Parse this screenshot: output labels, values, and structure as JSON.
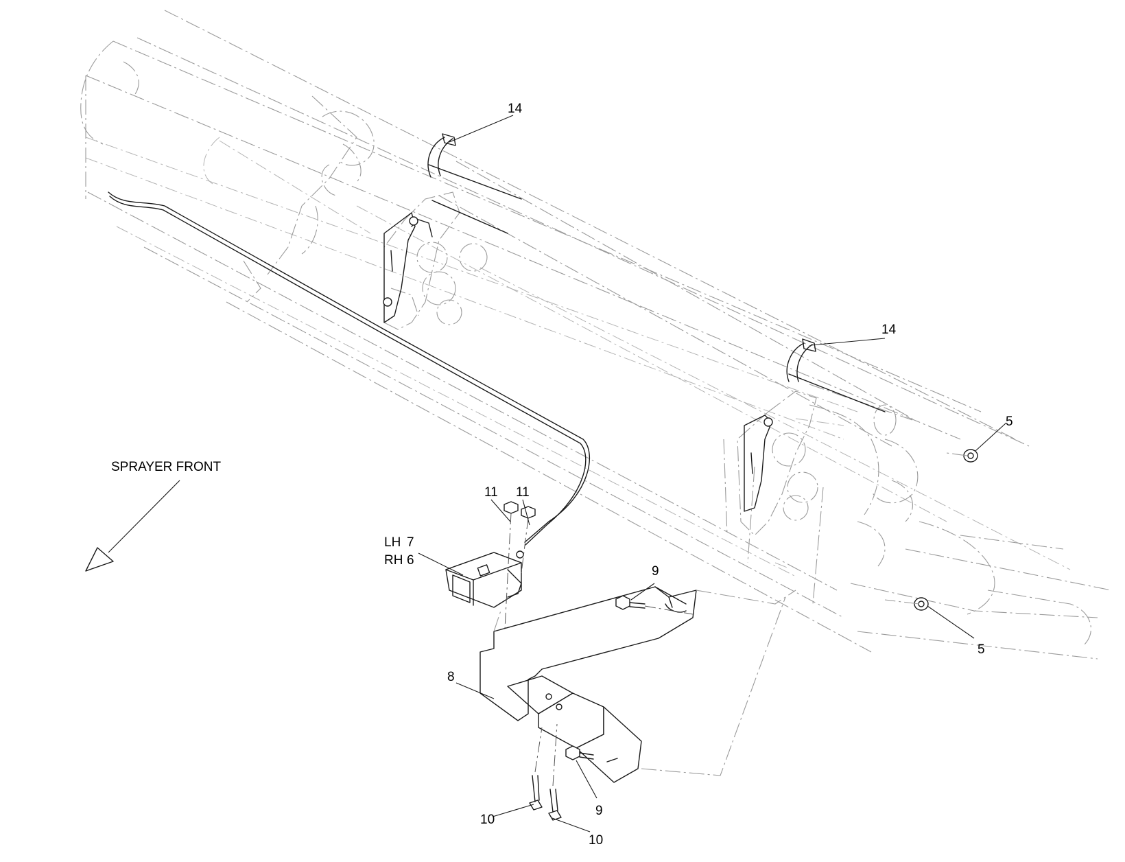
{
  "labels": {
    "sprayer_front": "SPRAYER FRONT",
    "lh": "LH",
    "rh": "RH"
  },
  "callouts": {
    "c14_upper": "14",
    "c14_lower": "14",
    "c5_upper": "5",
    "c5_lower": "5",
    "c11_left": "11",
    "c11_right": "11",
    "c7": "7",
    "c6": "6",
    "c9_upper": "9",
    "c9_lower": "9",
    "c8": "8",
    "c10_left": "10",
    "c10_right": "10"
  }
}
